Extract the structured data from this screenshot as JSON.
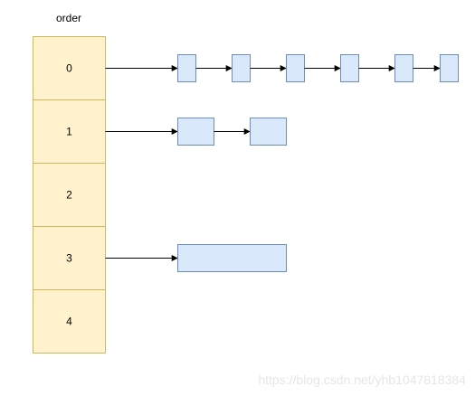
{
  "title": "order",
  "buckets": [
    {
      "label": "0",
      "chain_nodes": 6
    },
    {
      "label": "1",
      "chain_nodes": 2
    },
    {
      "label": "2",
      "chain_nodes": 0
    },
    {
      "label": "3",
      "chain_nodes": 1
    },
    {
      "label": "4",
      "chain_nodes": 0
    }
  ],
  "watermark": "https://blog.csdn.net/yhb1047818384",
  "colors": {
    "bucket_fill": "#fff2cc",
    "bucket_stroke": "#d6b656",
    "node_fill": "#dae8fc",
    "node_stroke": "#6c8ebf",
    "edge": "#000000"
  }
}
